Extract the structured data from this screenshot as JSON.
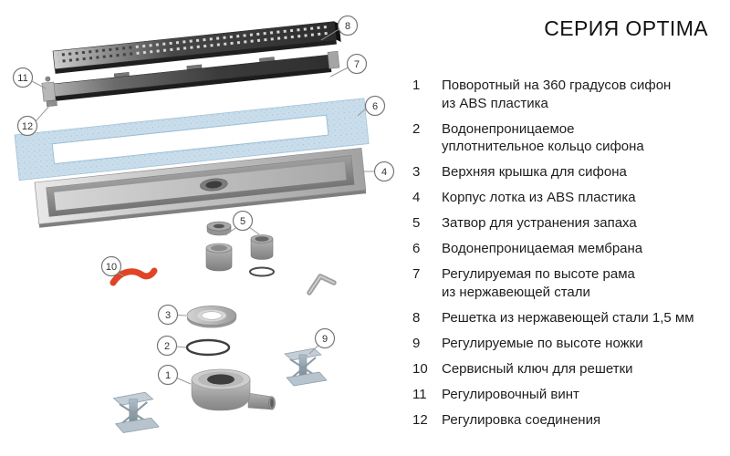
{
  "title": "СЕРИЯ OPTIMA",
  "parts": [
    {
      "num": "1",
      "label": "Поворотный на 360 градусов сифон\nиз ABS пластика"
    },
    {
      "num": "2",
      "label": "Водонепроницаемое\nуплотнительное кольцо сифона"
    },
    {
      "num": "3",
      "label": "Верхняя крышка для сифона"
    },
    {
      "num": "4",
      "label": "Корпус лотка из ABS пластика"
    },
    {
      "num": "5",
      "label": "Затвор для устранения запаха"
    },
    {
      "num": "6",
      "label": "Водонепроницаемая мембрана"
    },
    {
      "num": "7",
      "label": "Регулируемая по высоте рама\nиз нержавеющей стали"
    },
    {
      "num": "8",
      "label": "Решетка из нержавеющей стали 1,5 мм"
    },
    {
      "num": "9",
      "label": "Регулируемые по высоте ножки"
    },
    {
      "num": "10",
      "label": "Сервисный ключ для решетки"
    },
    {
      "num": "11",
      "label": "Регулировочный винт"
    },
    {
      "num": "12",
      "label": "Регулировка соединения"
    }
  ],
  "callout_numbers": [
    "1",
    "2",
    "3",
    "4",
    "5",
    "6",
    "7",
    "8",
    "9",
    "10",
    "11",
    "12"
  ],
  "colors": {
    "accent_red": "#e04427",
    "membrane_blue": "#c9ddeb",
    "steel_dark": "#2f2f2f",
    "foot_steel": "#aebdc8"
  }
}
